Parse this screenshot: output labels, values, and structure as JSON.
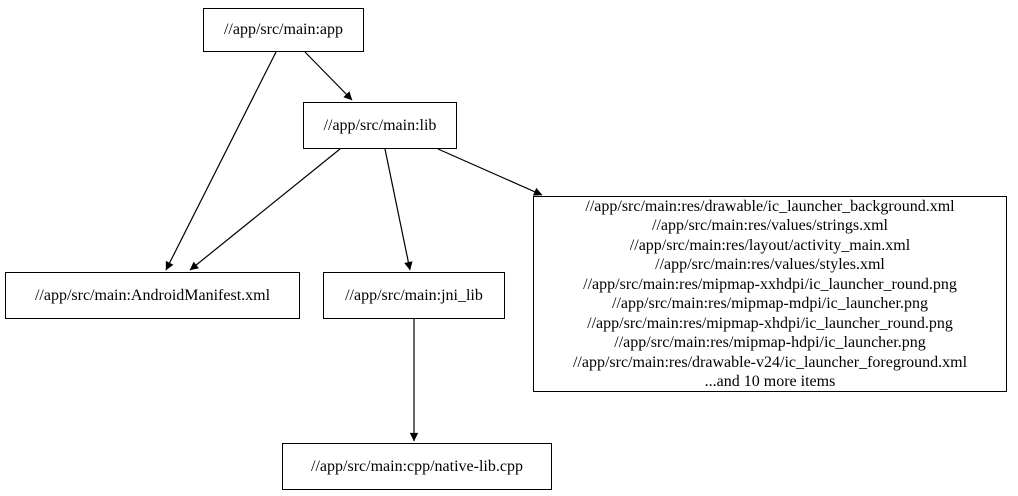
{
  "graph": {
    "background_color": "#ffffff",
    "node_border_color": "#000000",
    "node_fill_color": "#ffffff",
    "edge_color": "#000000",
    "text_color": "#000000",
    "nodes": {
      "app": {
        "label": "//app/src/main:app"
      },
      "lib": {
        "label": "//app/src/main:lib"
      },
      "android_manifest": {
        "label": "//app/src/main:AndroidManifest.xml"
      },
      "jni_lib": {
        "label": "//app/src/main:jni_lib"
      },
      "native_lib": {
        "label": "//app/src/main:cpp/native-lib.cpp"
      },
      "resources": {
        "lines": [
          "//app/src/main:res/drawable/ic_launcher_background.xml",
          "//app/src/main:res/values/strings.xml",
          "//app/src/main:res/layout/activity_main.xml",
          "//app/src/main:res/values/styles.xml",
          "//app/src/main:res/mipmap-xxhdpi/ic_launcher_round.png",
          "//app/src/main:res/mipmap-mdpi/ic_launcher.png",
          "//app/src/main:res/mipmap-xhdpi/ic_launcher_round.png",
          "//app/src/main:res/mipmap-hdpi/ic_launcher.png",
          "//app/src/main:res/drawable-v24/ic_launcher_foreground.xml",
          "...and 10 more items"
        ]
      }
    },
    "edges": [
      {
        "from": "app",
        "to": "lib"
      },
      {
        "from": "app",
        "to": "android_manifest"
      },
      {
        "from": "lib",
        "to": "android_manifest"
      },
      {
        "from": "lib",
        "to": "jni_lib"
      },
      {
        "from": "lib",
        "to": "resources"
      },
      {
        "from": "jni_lib",
        "to": "native_lib"
      }
    ]
  }
}
